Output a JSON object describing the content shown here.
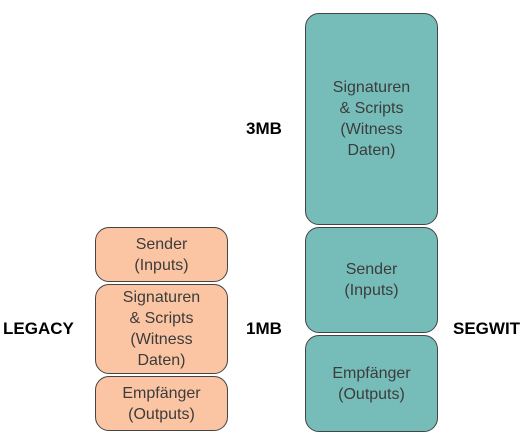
{
  "legacy": {
    "label": "LEGACY",
    "sender": "Sender\n(Inputs)",
    "signatures": "Signaturen\n& Scripts\n(Witness\nDaten)",
    "recipient": "Empfänger\n(Outputs)"
  },
  "segwit": {
    "label": "SEGWIT",
    "signatures": "Signaturen\n& Scripts\n(Witness\nDaten)",
    "sender": "Sender\n(Inputs)",
    "recipient": "Empfänger\n(Outputs)"
  },
  "size_labels": {
    "three_mb": "3MB",
    "one_mb": "1MB"
  },
  "colors": {
    "legacy_fill": "#fbc4a2",
    "segwit_fill": "#76bdb9",
    "border": "#444444"
  }
}
